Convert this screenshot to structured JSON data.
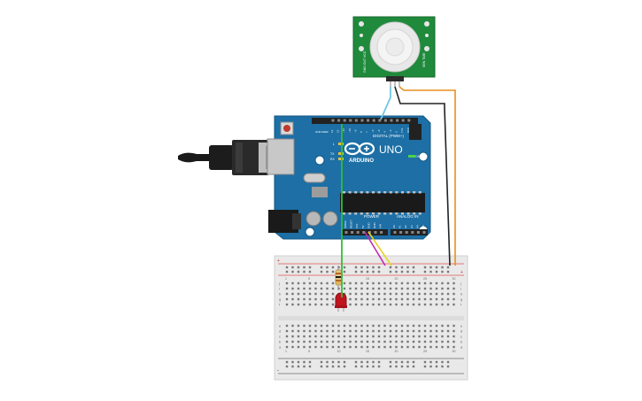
{
  "circuit": {
    "arduino": {
      "brand": "ARDUINO",
      "model": "UNO",
      "digital_label": "DIGITAL (PWM~)",
      "power_label": "POWER",
      "analog_label": "ANALOG IN",
      "on_label": "ON",
      "l_label": "L",
      "tx_label": "TX",
      "rx_label": "RX",
      "aref_label": "AREF",
      "gnd_label": "GND",
      "digital_pins": [
        "13",
        "12",
        "~11",
        "~10",
        "~9",
        "8",
        "7",
        "~6",
        "~5",
        "4",
        "~3",
        "2",
        "TX1",
        "RX0"
      ],
      "power_pins": [
        "IOREF",
        "RESET",
        "3V3",
        "5V",
        "GND",
        "GND",
        "VIN"
      ],
      "analog_pins": [
        "A0",
        "A1",
        "A2",
        "A3",
        "A4",
        "A5"
      ]
    },
    "pir_sensor": {
      "left_text": "GND  OUT  VCC",
      "right_text": "SEN  TIME"
    },
    "breadboard": {
      "column_numbers": [
        "1",
        "5",
        "10",
        "15",
        "20",
        "25",
        "30"
      ],
      "row_letters_top": [
        "j",
        "i",
        "h",
        "g",
        "f"
      ],
      "row_letters_bottom": [
        "e",
        "d",
        "c",
        "b",
        "a"
      ],
      "rail_plus": "+",
      "rail_minus": "-"
    },
    "colors": {
      "board": "#1d6fa5",
      "sensor_pcb": "#1f8a3b",
      "wire_green": "#2fbf3a",
      "wire_lightblue": "#6fc7e6",
      "wire_black": "#222222",
      "wire_orange": "#e8901c",
      "wire_magenta": "#c02ab3",
      "wire_yellow": "#e9d22a",
      "led": "#c0151d",
      "breadboard": "#e9e9e9"
    }
  }
}
